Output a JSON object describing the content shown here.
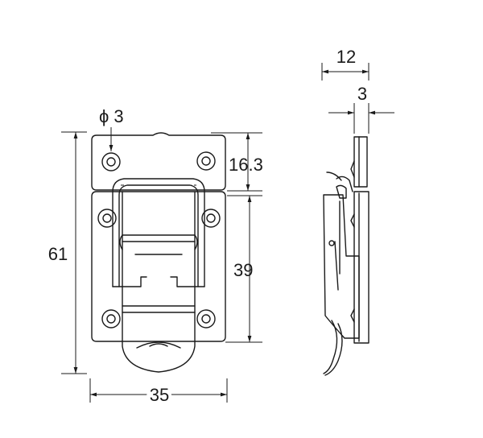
{
  "dimensions": {
    "hole_diameter": "ϕ 3",
    "overall_height": "61",
    "overall_width": "35",
    "hole_spacing_top": "16.3",
    "hole_spacing_main": "39",
    "side_depth": "12",
    "plate_thickness": "3"
  }
}
